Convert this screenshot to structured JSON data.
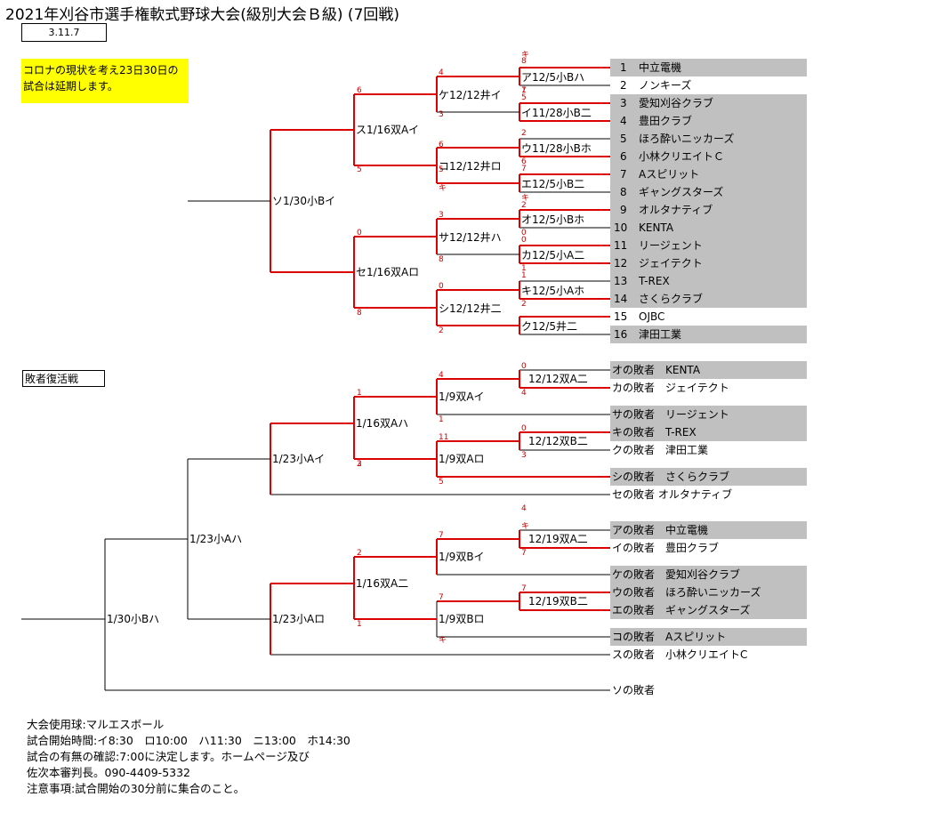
{
  "header": {
    "title": "2021年刈谷市選手権軟式野球大会(級別大会Ｂ級) (7回戦)",
    "date": "3.11.7"
  },
  "notice": "コロナの現状を考え23日30日の試合は延期します。",
  "teams": [
    {
      "num": "1",
      "name": "中立電機"
    },
    {
      "num": "2",
      "name": "ノンキーズ"
    },
    {
      "num": "3",
      "name": "愛知刈谷クラブ"
    },
    {
      "num": "4",
      "name": "豊田クラブ"
    },
    {
      "num": "5",
      "name": "ほろ酔いニッカーズ"
    },
    {
      "num": "6",
      "name": "小林クリエイトＣ"
    },
    {
      "num": "7",
      "name": "Aスピリット"
    },
    {
      "num": "8",
      "name": "ギャングスターズ"
    },
    {
      "num": "9",
      "name": "オルタナティブ"
    },
    {
      "num": "10",
      "name": "KENTA"
    },
    {
      "num": "11",
      "name": "リージェント"
    },
    {
      "num": "12",
      "name": "ジェイテクト"
    },
    {
      "num": "13",
      "name": "T-REX"
    },
    {
      "num": "14",
      "name": "さくらクラブ"
    },
    {
      "num": "15",
      "name": "OJBC"
    },
    {
      "num": "16",
      "name": "津田工業"
    }
  ],
  "main_matches": [
    {
      "id": "r1a",
      "label": "ア12/5小Bハ"
    },
    {
      "id": "r1b",
      "label": "イ11/28小B二"
    },
    {
      "id": "r1c",
      "label": "ウ11/28小Bホ"
    },
    {
      "id": "r1d",
      "label": "エ12/5小B二"
    },
    {
      "id": "r1e",
      "label": "オ12/5小Bホ"
    },
    {
      "id": "r1f",
      "label": "カ12/5小A二"
    },
    {
      "id": "r1g",
      "label": "キ12/5小Aホ"
    },
    {
      "id": "r1h",
      "label": "ク12/5井二"
    },
    {
      "id": "r2a",
      "label": "ケ12/12井イ"
    },
    {
      "id": "r2b",
      "label": "コ12/12井ロ"
    },
    {
      "id": "r2c",
      "label": "サ12/12井ハ"
    },
    {
      "id": "r2d",
      "label": "シ12/12井二"
    },
    {
      "id": "r3a",
      "label": "ス1/16双Aイ"
    },
    {
      "id": "r3b",
      "label": "セ1/16双Aロ"
    },
    {
      "id": "r4",
      "label": "ソ1/30小Bイ"
    }
  ],
  "main_scores": [
    "8",
    "1",
    "キ",
    "7",
    "5",
    "2",
    "7",
    "6",
    "キ",
    "キ",
    "6",
    "5",
    "4",
    "3",
    "2",
    "0",
    "0",
    "1",
    "1",
    "2",
    "0",
    "8",
    "3",
    "8",
    "6",
    "5",
    "0",
    "2"
  ],
  "consolation_title": "敗者復活戦",
  "cons_teams": [
    "オの敗者　KENTA",
    "カの敗者　ジェイテクト",
    "サの敗者　リージェント",
    "キの敗者　T-REX",
    "クの敗者　津田工業",
    "シの敗者　さくらクラブ",
    "セの敗者 オルタナティブ",
    "アの敗者　中立電機",
    "イの敗者　豊田クラブ",
    "ケの敗者　愛知刈谷クラブ",
    "ウの敗者　ほろ酔いニッカーズ",
    "エの敗者　ギャングスターズ",
    "コの敗者　Aスピリット",
    "スの敗者　小林クリエイトC",
    "ソの敗者"
  ],
  "cons_matches": [
    "12/12双A二",
    "12/12双B二",
    "1/9双Aイ",
    "1/9双Aロ",
    "1/16双Aハ",
    "1/23小Aイ",
    "12/19双A二",
    "12/19双B二",
    "1/9双Bイ",
    "1/9双Bロ",
    "1/16双A二",
    "1/23小Aロ",
    "1/23小Aハ",
    "1/30小Bハ"
  ],
  "cons_scores": [
    "0",
    "4",
    "4",
    "1",
    "1",
    "0",
    "2",
    "11",
    "3",
    "4",
    "3",
    "5",
    "キ",
    "7",
    "7",
    "2",
    "7",
    "1",
    "7",
    "キ"
  ],
  "footer": {
    "line1": "大会使用球:マルエスボール",
    "line2": "試合開始時間:イ8:30　ロ10:00　ハ11:30　ニ13:00　ホ14:30",
    "line3": "試合の有無の確認:7:00に決定します。ホームページ及び",
    "line4": "佐次本審判長。090-4409-5332",
    "line5": "注意事項:試合開始の30分前に集合のこと。"
  },
  "colors": {
    "win_line": "#dd0000",
    "lose_line": "#000000",
    "gray_box": "#c0c0c0",
    "notice_bg": "#ffff00"
  }
}
